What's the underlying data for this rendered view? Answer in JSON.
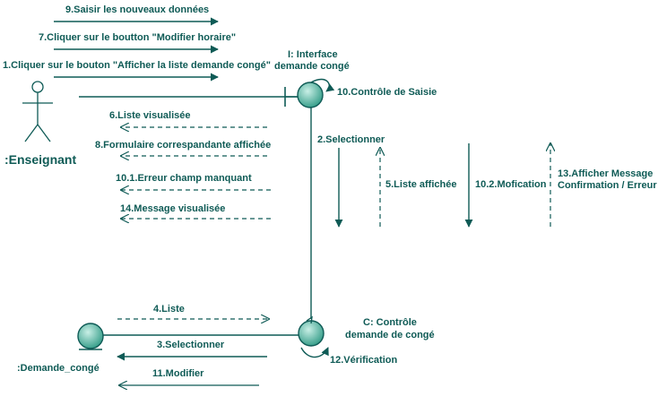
{
  "colors": {
    "line": "#0f5b56",
    "text": "#0f5b56",
    "object_fill_light": "#c9efe6",
    "object_fill_dark": "#2f9a85"
  },
  "objects": {
    "actor": {
      "label": ":Enseignant",
      "icon": "stick-figure-actor-icon"
    },
    "boundary": {
      "label_line1": "I: Interface",
      "label_line2": "demande congé",
      "icon": "boundary-object-icon"
    },
    "control": {
      "label_line1": "C: Contrôle",
      "label_line2": "demande de congé",
      "icon": "control-object-icon"
    },
    "entity": {
      "label": ":Demande_congé",
      "icon": "entity-object-icon"
    }
  },
  "messages": {
    "m9": "9.Saisir les nouveaux données",
    "m7": "7.Cliquer sur le boutton \"Modifier horaire\"",
    "m1": "1.Cliquer sur le bouton \"Afficher la liste demande congé\"",
    "m10": "10.Contrôle de Saisie",
    "m6": "6.Liste visualisée",
    "m8": "8.Formulaire correspandante affichée",
    "m10_1": "10.1.Erreur champ manquant",
    "m14": "14.Message visualisée",
    "m2": "2.Selectionner",
    "m5": "5.Liste affichée",
    "m10_2": "10.2.Mofication",
    "m13_line1": "13.Afficher Message",
    "m13_line2": "Confirmation / Erreur",
    "m4": "4.Liste",
    "m3": "3.Selectionner",
    "m11": "11.Modifier",
    "m12": "12.Vérification"
  }
}
